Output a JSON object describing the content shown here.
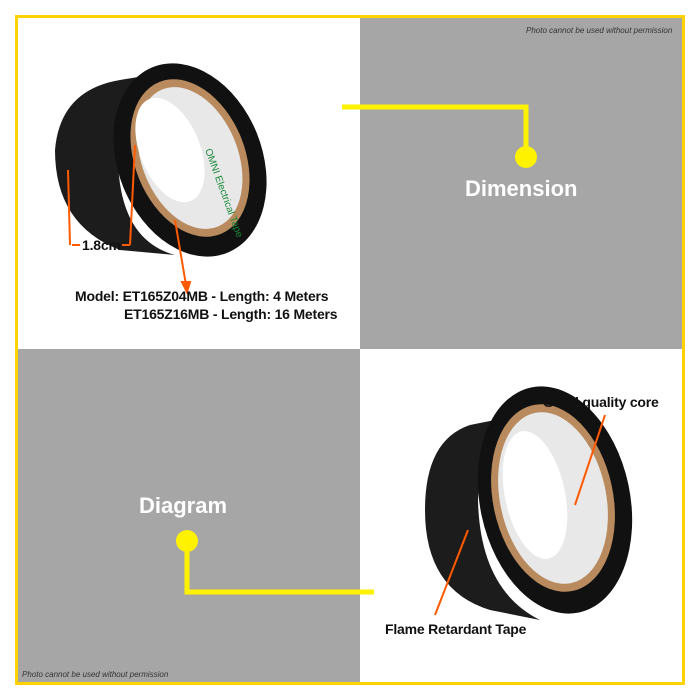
{
  "watermark_top": "Photo cannot be used without permission",
  "watermark_bottom": "Photo cannot be used without permission",
  "dimension_label": "Dimension",
  "diagram_label": "Diagram",
  "width_measure": "1.8cm",
  "model_line1": "Model: ET165Z04MB - Length: 4 Meters",
  "model_line2": "ET165Z16MB - Length: 16 Meters",
  "callout_core": "Good quality core",
  "callout_tape": "Flame Retardant Tape",
  "core_print": "OMNI Electrical Tape",
  "colors": {
    "accent_yellow": "#ffd200",
    "callout_yellow": "#fff200",
    "gray": "#a6a6a6",
    "arrow_orange": "#ff5a00",
    "core_green": "#1a8a3a"
  }
}
